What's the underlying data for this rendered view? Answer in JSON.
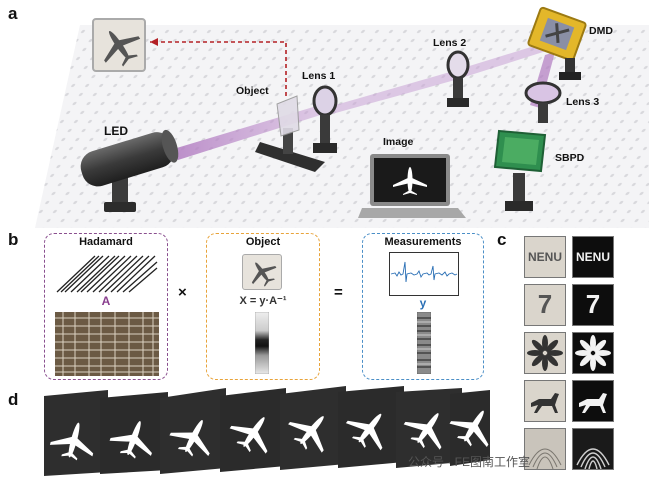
{
  "panels": {
    "a": "a",
    "b": "b",
    "c": "c",
    "d": "d"
  },
  "setup_labels": {
    "led": "LED",
    "object": "Object",
    "lens1": "Lens 1",
    "lens2": "Lens 2",
    "dmd": "DMD",
    "lens3": "Lens 3",
    "image": "Image",
    "sbpd": "SBPD"
  },
  "equation": {
    "hadamard_title": "Hadamard",
    "hadamard_matrix": "A",
    "times": "×",
    "object_title": "Object",
    "object_formula": "X = y·A⁻¹",
    "equals": "=",
    "measurements_title": "Measurements",
    "measurement_vector": "y"
  },
  "results": {
    "row1_text": "NENU",
    "row2_text": "7"
  },
  "colors": {
    "hadamard_border": "#8a4f8f",
    "object_border": "#e8a33a",
    "measurements_border": "#4b8fc7",
    "beam": "#a66bb5",
    "dmd_frame": "#e3b72a",
    "sbpd_green": "#2f8f4f",
    "formula_x": "#e89a2a",
    "formula_y": "#2a6fb5",
    "formula_a": "#8a3f8f"
  },
  "watermark": "公众号 · FE图南工作室"
}
